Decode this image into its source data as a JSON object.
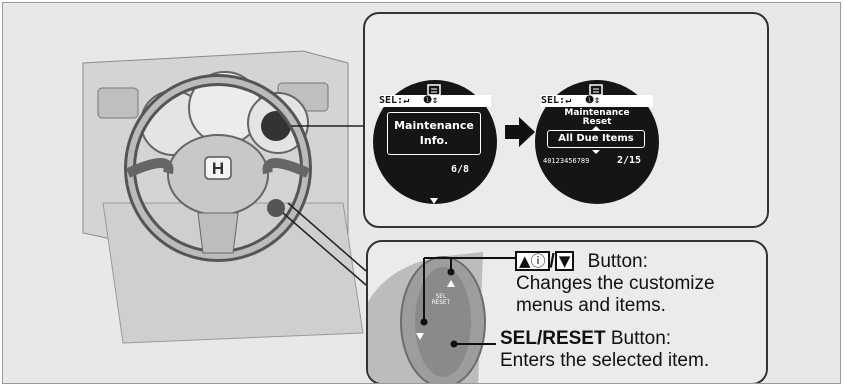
{
  "screen1": {
    "sel_label": "SEL:↵",
    "title_line1": "Maintenance",
    "title_line2": "Info.",
    "page": "6/8"
  },
  "screen2": {
    "sel_label": "SEL:↵",
    "title_line1": "Maintenance",
    "title_line2": "Reset",
    "box_label": "All Due Items",
    "code": "40123456789",
    "page": "2/15"
  },
  "buttons": {
    "updown_label_suffix": "Button:",
    "updown_desc_line1": "Changes the customize",
    "updown_desc_line2": "menus and items.",
    "sel_name": "SEL/RESET",
    "sel_label_suffix": " Button:",
    "sel_desc": "Enters the selected item."
  },
  "switch_text": {
    "sel": "SEL",
    "reset": "RESET"
  },
  "icons": {
    "up_info": "up-info-icon",
    "down": "down-arrow-icon",
    "arrow": "right-arrow-icon"
  }
}
